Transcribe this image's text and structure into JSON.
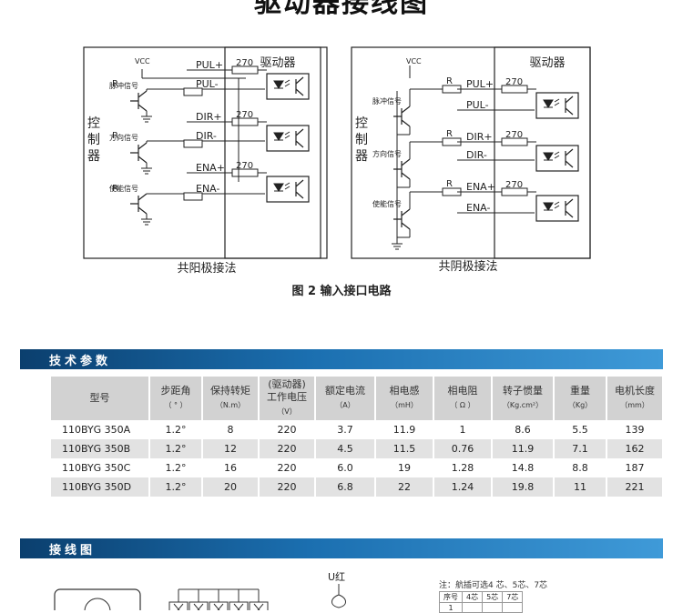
{
  "header": {
    "title": "驱动器接线图"
  },
  "diagram": {
    "left": {
      "controller": [
        "控",
        "制",
        "器"
      ],
      "driver": "驱动器",
      "vcc": "VCC",
      "signals": [
        "脉冲信号",
        "方向信号",
        "使能信号"
      ],
      "pins": [
        "PUL+",
        "PUL-",
        "DIR+",
        "DIR-",
        "ENA+",
        "ENA-"
      ],
      "r270": "270",
      "r": "R",
      "caption": "共阳极接法"
    },
    "right": {
      "controller": [
        "控",
        "制",
        "器"
      ],
      "driver": "驱动器",
      "vcc": "VCC",
      "signals": [
        "脉冲信号",
        "方向信号",
        "使能信号"
      ],
      "pins": [
        "PUL+",
        "PUL-",
        "DIR+",
        "DIR-",
        "ENA+",
        "ENA-"
      ],
      "r270": "270",
      "r": "R",
      "caption": "共阴极接法"
    },
    "figure_caption": "图 2    输入接口电路"
  },
  "section1": {
    "title": "技术参数"
  },
  "spec_table": {
    "headers": [
      {
        "label": "型号",
        "unit": ""
      },
      {
        "label": "步距角",
        "unit": "（ ° ）"
      },
      {
        "label": "保持转矩",
        "unit": "（N.m）"
      },
      {
        "label": "(驱动器)\n工作电压",
        "unit": "（V）"
      },
      {
        "label": "额定电流",
        "unit": "（A）"
      },
      {
        "label": "相电感",
        "unit": "（mH）"
      },
      {
        "label": "相电阻",
        "unit": "（ Ω ）"
      },
      {
        "label": "转子惯量",
        "unit": "（Kg.cm²）"
      },
      {
        "label": "重量",
        "unit": "（Kg）"
      },
      {
        "label": "电机长度",
        "unit": "（mm）"
      }
    ],
    "rows": [
      [
        "110BYG 350A",
        "1.2°",
        "8",
        "220",
        "3.7",
        "11.9",
        "1",
        "8.6",
        "5.5",
        "139"
      ],
      [
        "110BYG 350B",
        "1.2°",
        "12",
        "220",
        "4.5",
        "11.5",
        "0.76",
        "11.9",
        "7.1",
        "162"
      ],
      [
        "110BYG 350C",
        "1.2°",
        "16",
        "220",
        "6.0",
        "19",
        "1.28",
        "14.8",
        "8.8",
        "187"
      ],
      [
        "110BYG 350D",
        "1.2°",
        "20",
        "220",
        "6.8",
        "22",
        "1.24",
        "19.8",
        "11",
        "221"
      ]
    ]
  },
  "section2": {
    "title": "接线图"
  },
  "wiring": {
    "u_label": "U红",
    "note": "注：航插可选4 芯、5芯、7芯",
    "pin_headers": [
      "序号",
      "4芯",
      "5芯",
      "7芯"
    ],
    "pin_first": "1"
  }
}
